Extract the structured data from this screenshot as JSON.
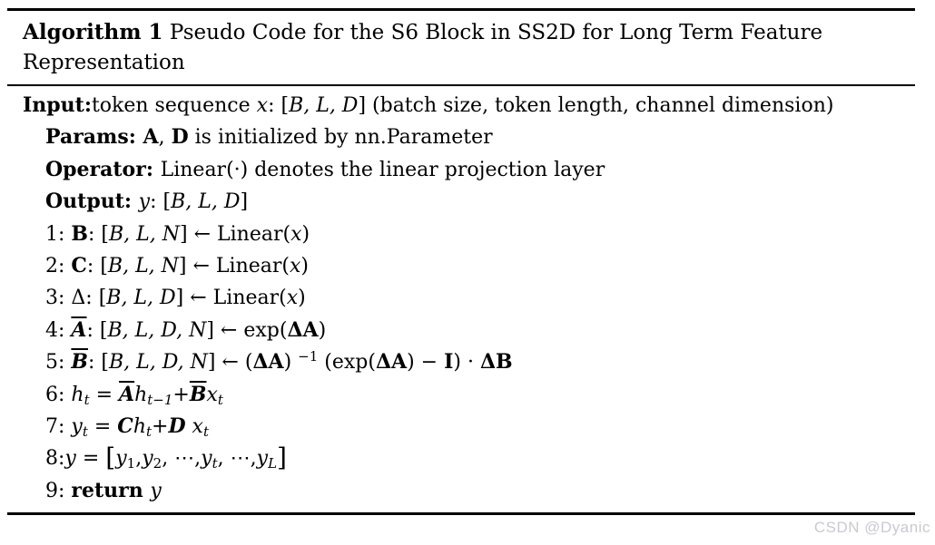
{
  "title": {
    "label_bold": "Algorithm 1",
    "line1_rest": " Pseudo Code for the S6 Block in SS2D for Long Term Feature",
    "line2": "Representation"
  },
  "colors": {
    "text": "#000000",
    "rule": "#000000",
    "background": "#ffffff",
    "watermark": "#c9cad0"
  },
  "watermark": "CSDN @Dyanic",
  "algorithm": {
    "lines": [
      {
        "indent": 0,
        "segments": [
          {
            "t": "Input:",
            "s": "b"
          },
          {
            "t": "token sequence ",
            "s": "n"
          },
          {
            "t": "x",
            "s": "i"
          },
          {
            "t": ": [",
            "s": "n"
          },
          {
            "t": "B, L, D",
            "s": "i"
          },
          {
            "t": "] (batch size, token length, channel dimension)",
            "s": "n"
          }
        ]
      },
      {
        "indent": 1,
        "segments": [
          {
            "t": "Params: ",
            "s": "b"
          },
          {
            "t": "A",
            "s": "b"
          },
          {
            "t": ", ",
            "s": "n"
          },
          {
            "t": "D",
            "s": "b"
          },
          {
            "t": " is initialized by nn.Parameter",
            "s": "n"
          }
        ]
      },
      {
        "indent": 1,
        "segments": [
          {
            "t": "Operator: ",
            "s": "b"
          },
          {
            "t": "Linear(·) denotes the linear projection layer",
            "s": "n"
          }
        ]
      },
      {
        "indent": 1,
        "segments": [
          {
            "t": "Output: ",
            "s": "b"
          },
          {
            "t": "y",
            "s": "i"
          },
          {
            "t": ": [",
            "s": "n"
          },
          {
            "t": "B, L, D",
            "s": "i"
          },
          {
            "t": "]",
            "s": "n"
          }
        ]
      },
      {
        "indent": 1,
        "segments": [
          {
            "t": "1: ",
            "s": "n"
          },
          {
            "t": "B",
            "s": "b"
          },
          {
            "t": ": [",
            "s": "n"
          },
          {
            "t": "B, L, N",
            "s": "i"
          },
          {
            "t": "] ← Linear(",
            "s": "n"
          },
          {
            "t": "x",
            "s": "i"
          },
          {
            "t": ")",
            "s": "n"
          }
        ]
      },
      {
        "indent": 1,
        "segments": [
          {
            "t": "2: ",
            "s": "n"
          },
          {
            "t": "C",
            "s": "b"
          },
          {
            "t": ": [",
            "s": "n"
          },
          {
            "t": "B, L, N",
            "s": "i"
          },
          {
            "t": "] ← Linear(",
            "s": "n"
          },
          {
            "t": "x",
            "s": "i"
          },
          {
            "t": ")",
            "s": "n"
          }
        ]
      },
      {
        "indent": 1,
        "segments": [
          {
            "t": "3: Δ: [",
            "s": "n"
          },
          {
            "t": "B, L, D",
            "s": "i"
          },
          {
            "t": "] ← Linear(",
            "s": "n"
          },
          {
            "t": "x",
            "s": "i"
          },
          {
            "t": ")",
            "s": "n"
          }
        ]
      },
      {
        "indent": 1,
        "segments": [
          {
            "t": "4: ",
            "s": "n"
          },
          {
            "t": "A",
            "s": "olbi"
          },
          {
            "t": ": [",
            "s": "n"
          },
          {
            "t": "B, L, D, N",
            "s": "i"
          },
          {
            "t": "] ← exp(",
            "s": "n"
          },
          {
            "t": "ΔA",
            "s": "b"
          },
          {
            "t": ")",
            "s": "n"
          }
        ]
      },
      {
        "indent": 1,
        "segments": [
          {
            "t": "5: ",
            "s": "n"
          },
          {
            "t": "B",
            "s": "olbi"
          },
          {
            "t": ": [",
            "s": "n"
          },
          {
            "t": "B, L, D, N",
            "s": "i"
          },
          {
            "t": "] ← (",
            "s": "n"
          },
          {
            "t": "ΔA",
            "s": "b"
          },
          {
            "t": ") ",
            "s": "n"
          },
          {
            "t": "−1",
            "s": "sup"
          },
          {
            "t": " (exp(",
            "s": "n"
          },
          {
            "t": "ΔA",
            "s": "b"
          },
          {
            "t": ") − ",
            "s": "n"
          },
          {
            "t": "I",
            "s": "b"
          },
          {
            "t": ") · ",
            "s": "n"
          },
          {
            "t": "ΔB",
            "s": "b"
          }
        ]
      },
      {
        "indent": 1,
        "segments": [
          {
            "t": "6: ",
            "s": "n"
          },
          {
            "t": "h",
            "s": "i"
          },
          {
            "t": "t",
            "s": "subi"
          },
          {
            "t": " = ",
            "s": "n"
          },
          {
            "t": "A",
            "s": "olbi"
          },
          {
            "t": "h",
            "s": "i"
          },
          {
            "t": "t−1",
            "s": "subi"
          },
          {
            "t": "+",
            "s": "n"
          },
          {
            "t": "B",
            "s": "olbi"
          },
          {
            "t": "x",
            "s": "i"
          },
          {
            "t": "t",
            "s": "subi"
          }
        ]
      },
      {
        "indent": 1,
        "segments": [
          {
            "t": "7: ",
            "s": "n"
          },
          {
            "t": "y",
            "s": "i"
          },
          {
            "t": "t",
            "s": "subi"
          },
          {
            "t": " = ",
            "s": "n"
          },
          {
            "t": "C",
            "s": "bi"
          },
          {
            "t": "h",
            "s": "i"
          },
          {
            "t": "t",
            "s": "subi"
          },
          {
            "t": "+",
            "s": "n"
          },
          {
            "t": "D",
            "s": "bi"
          },
          {
            "t": " ",
            "s": "n"
          },
          {
            "t": "x",
            "s": "i"
          },
          {
            "t": "t",
            "s": "subi"
          }
        ]
      },
      {
        "indent": 1,
        "segments": [
          {
            "t": "8:",
            "s": "n"
          },
          {
            "t": "y",
            "s": "i"
          },
          {
            "t": " = ",
            "s": "n"
          },
          {
            "t": "[",
            "s": "big"
          },
          {
            "t": "y",
            "s": "i"
          },
          {
            "t": "1",
            "s": "sub"
          },
          {
            "t": ",",
            "s": "n"
          },
          {
            "t": "y",
            "s": "i"
          },
          {
            "t": "2",
            "s": "sub"
          },
          {
            "t": ", ⋯,",
            "s": "n"
          },
          {
            "t": "y",
            "s": "i"
          },
          {
            "t": "t",
            "s": "subi"
          },
          {
            "t": ", ⋯,",
            "s": "n"
          },
          {
            "t": "y",
            "s": "i"
          },
          {
            "t": "L",
            "s": "subi"
          },
          {
            "t": "]",
            "s": "big"
          }
        ]
      },
      {
        "indent": 1,
        "segments": [
          {
            "t": "9: ",
            "s": "n"
          },
          {
            "t": "return ",
            "s": "b"
          },
          {
            "t": "y",
            "s": "i"
          }
        ]
      }
    ]
  }
}
